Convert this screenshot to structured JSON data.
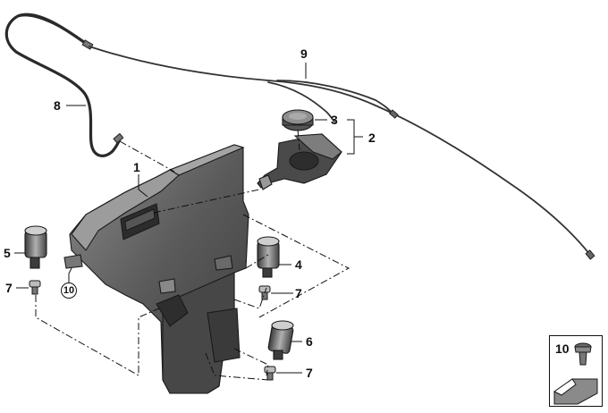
{
  "callouts": {
    "c1": "1",
    "c2": "2",
    "c3": "3",
    "c4": "4",
    "c5": "5",
    "c6": "6",
    "c7a": "7",
    "c7b": "7",
    "c7c": "7",
    "c8": "8",
    "c9": "9",
    "c10_circle": "10"
  },
  "legend": {
    "label": "10"
  },
  "colors": {
    "line": "#111111",
    "part_dark": "#3a3a3a",
    "part_mid": "#6b6b6b",
    "part_light": "#9a9a9a",
    "legend_arrow": "#7a7a7a"
  },
  "icons": {
    "legend_arrow": "direction-arrow-icon",
    "clip": "expanding-clip-icon"
  }
}
